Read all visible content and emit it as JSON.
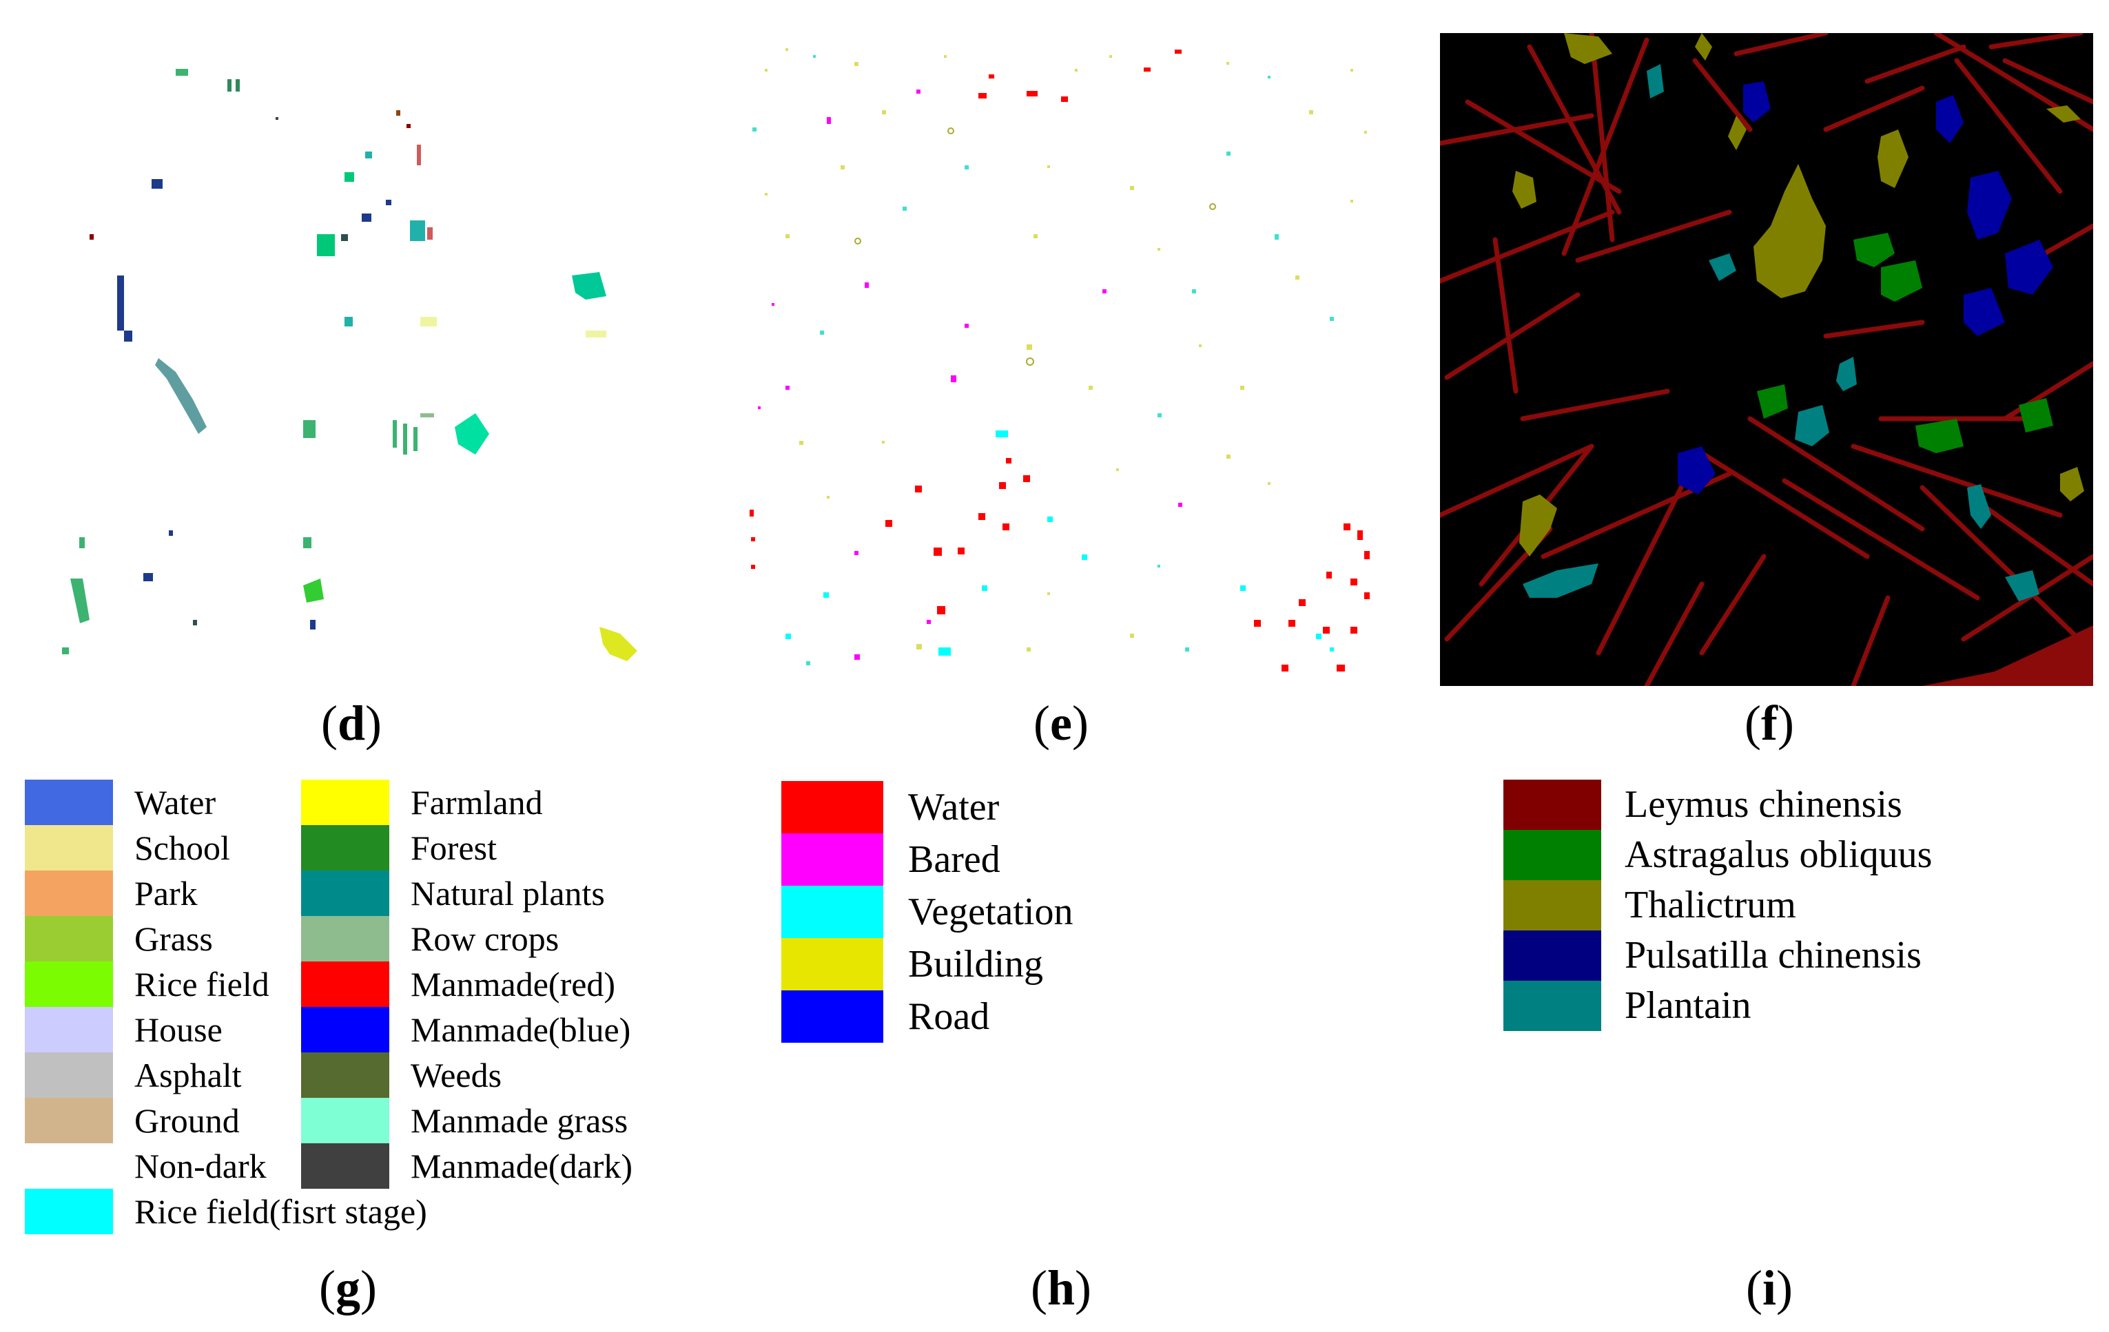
{
  "captions": {
    "d": "d",
    "e": "e",
    "f": "f",
    "g": "g",
    "h": "h",
    "i": "i"
  },
  "legend_g": {
    "left_column": [
      {
        "label": "Water",
        "color": "#4169E1"
      },
      {
        "label": "School",
        "color": "#F0E68C"
      },
      {
        "label": "Park",
        "color": "#F4A460"
      },
      {
        "label": "Grass",
        "color": "#9ACD32"
      },
      {
        "label": "Rice field",
        "color": "#7CFC00"
      },
      {
        "label": "House",
        "color": "#CCCCFF"
      },
      {
        "label": "Asphalt",
        "color": "#C0C0C0"
      },
      {
        "label": "Ground",
        "color": "#D2B48C"
      },
      {
        "label": "Non-dark",
        "color": "#FFFFFF"
      },
      {
        "label": "Rice field(fisrt stage)",
        "color": "#00FFFF"
      }
    ],
    "right_column": [
      {
        "label": "Farmland",
        "color": "#FFFF00"
      },
      {
        "label": "Forest",
        "color": "#228B22"
      },
      {
        "label": "Natural plants",
        "color": "#008B8B"
      },
      {
        "label": "Row crops",
        "color": "#8FBC8F"
      },
      {
        "label": "Manmade(red)",
        "color": "#FF0000"
      },
      {
        "label": "Manmade(blue)",
        "color": "#0000FF"
      },
      {
        "label": "Weeds",
        "color": "#556B2F"
      },
      {
        "label": "Manmade grass",
        "color": "#7FFFD4"
      },
      {
        "label": "Manmade(dark)",
        "color": "#404040"
      }
    ]
  },
  "legend_h": [
    {
      "label": "Water",
      "color": "#FF0000"
    },
    {
      "label": "Bared",
      "color": "#FF00FF"
    },
    {
      "label": "Vegetation",
      "color": "#00FFFF"
    },
    {
      "label": "Building",
      "color": "#E6E600"
    },
    {
      "label": "Road",
      "color": "#0000FF"
    }
  ],
  "legend_i": [
    {
      "label": "Leymus chinensis",
      "color": "#800000"
    },
    {
      "label": "Astragalus obliquus",
      "color": "#008000"
    },
    {
      "label": "Thalictrum",
      "color": "#808000"
    },
    {
      "label": "Pulsatilla chinensis",
      "color": "#000080"
    },
    {
      "label": "Plantain",
      "color": "#008080"
    }
  ]
}
